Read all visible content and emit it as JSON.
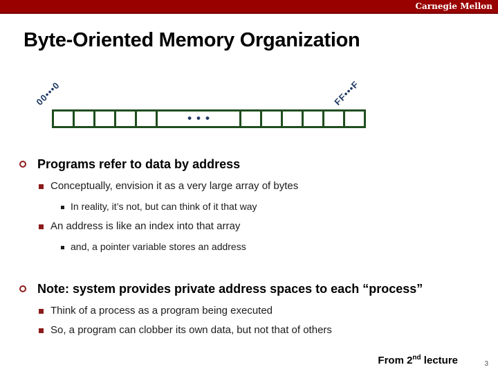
{
  "header": {
    "brand": "Carnegie Mellon",
    "bar_color": "#990000"
  },
  "title": "Byte-Oriented Memory Organization",
  "diagram": {
    "low_address_label": "00•••0",
    "high_address_label": "FF•••F",
    "ellipsis_dots": "•••",
    "left_cell_count": 5,
    "right_cell_count": 6,
    "cell_border_color": "#1f4e1f",
    "address_label_color": "#1f3864"
  },
  "content": {
    "items": [
      {
        "level": 1,
        "text": "Programs refer to data by address"
      },
      {
        "level": 2,
        "text": "Conceptually, envision it as a very large array of bytes"
      },
      {
        "level": 3,
        "text": "In reality, it’s not, but can think of it that way"
      },
      {
        "level": 2,
        "text": "An address is like an index into that array"
      },
      {
        "level": 3,
        "text": "and, a pointer variable stores an address"
      },
      {
        "level": 1,
        "text": "Note: system provides private address spaces to each “process”"
      },
      {
        "level": 2,
        "text": "Think of a process as a program being executed"
      },
      {
        "level": 2,
        "text": "So, a program can clobber its own data, but not that of others"
      }
    ]
  },
  "footer": {
    "source_prefix": "From 2",
    "source_superscript": "nd",
    "source_suffix": " lecture",
    "page_number": "3"
  },
  "colors": {
    "header_bar": "#990000",
    "accent_maroon": "#8c1b1b",
    "diagram_green": "#1f4e1f",
    "diagram_navy": "#1f3864"
  }
}
